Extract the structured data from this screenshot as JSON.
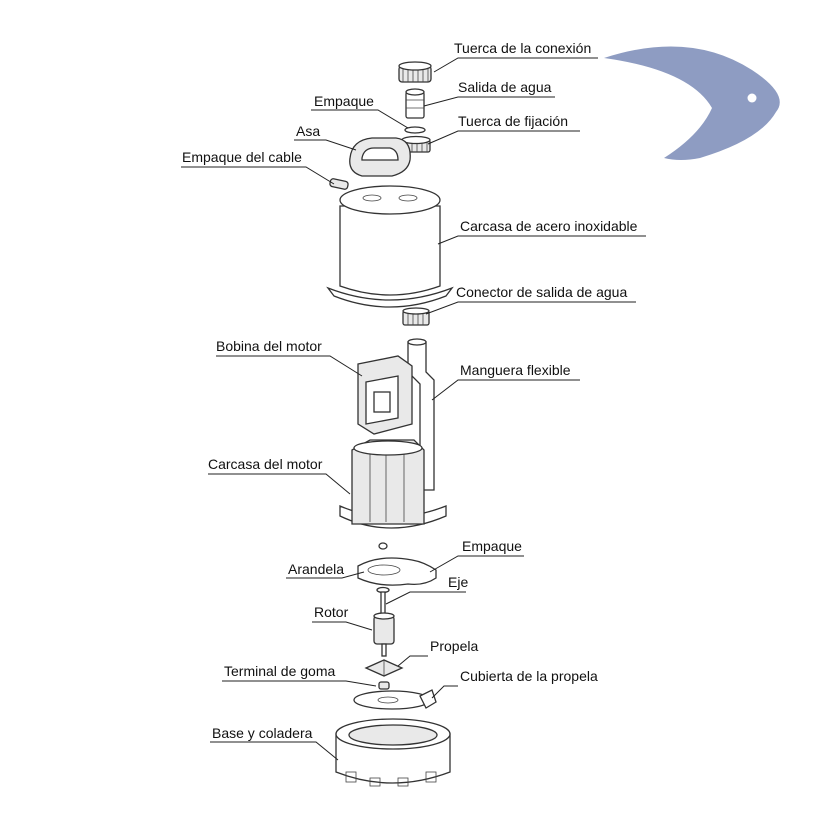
{
  "labels": {
    "tuerca_conexion": "Tuerca de la conexión",
    "salida_agua": "Salida de agua",
    "empaque_top": "Empaque",
    "tuerca_fijacion": "Tuerca de fijación",
    "asa": "Asa",
    "empaque_cable": "Empaque del cable",
    "carcasa_acero": "Carcasa de acero inoxidable",
    "conector_salida": "Conector de salida de agua",
    "bobina_motor": "Bobina del motor",
    "manguera": "Manguera flexible",
    "carcasa_motor": "Carcasa del motor",
    "empaque_mid": "Empaque",
    "arandela": "Arandela",
    "eje": "Eje",
    "rotor": "Rotor",
    "propela": "Propela",
    "terminal_goma": "Terminal de goma",
    "cubierta_propela": "Cubierta de la propela",
    "base_coladera": "Base y coladera"
  },
  "colors": {
    "logo_fish": "#8e9cc2",
    "line": "#222222",
    "text": "#111111"
  },
  "icons": {
    "logo": "fish-logo-icon"
  }
}
